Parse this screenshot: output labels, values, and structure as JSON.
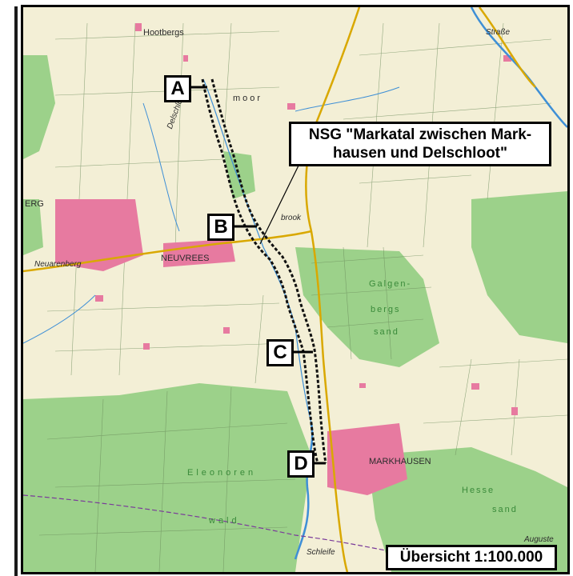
{
  "map": {
    "places": {
      "hoot": "Hootbergs",
      "moor": "moor",
      "berg": "ERG",
      "neuvrees": "NEUVREES",
      "neuarenberg": "Neuarenberg",
      "brook": "brook",
      "galgen": "Galgen-",
      "bergs": "bergs",
      "sand": "sand",
      "markhausen": "MARKHAUSEN",
      "eleonoren": "Eleonoren",
      "wald": "wald",
      "hesse": "Hesse",
      "sand2": "sand",
      "auguste": "Auguste",
      "strasse": "Straße",
      "schleife": "Schleife",
      "delschloot": "Delschloot"
    },
    "colors": {
      "background": "#f3efd6",
      "forest": "#9cd18a",
      "settlement": "#e77aa0",
      "road": "#e8c200",
      "water": "#3e8fd6",
      "border": "#000000"
    }
  },
  "markers": [
    {
      "id": "A",
      "label": "A"
    },
    {
      "id": "B",
      "label": "B"
    },
    {
      "id": "C",
      "label": "C"
    },
    {
      "id": "D",
      "label": "D"
    }
  ],
  "annotation": {
    "line1": "NSG \"Markatal zwischen Mark-",
    "line2": "hausen und Delschloot\""
  },
  "scale": {
    "label": "Übersicht 1:100.000"
  }
}
